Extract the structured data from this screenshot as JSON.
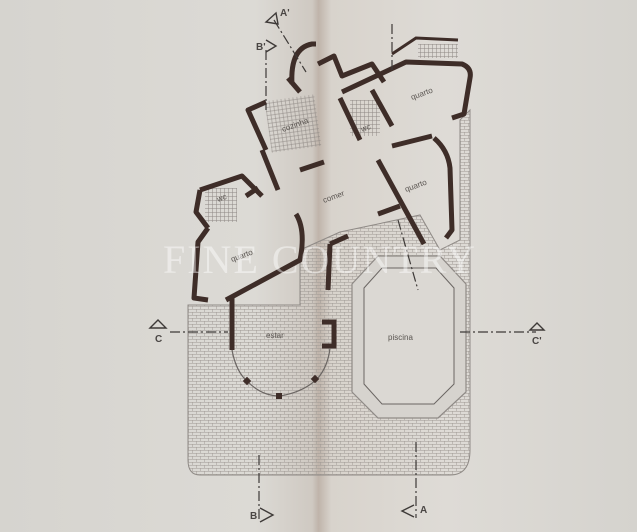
{
  "plan": {
    "rooms": {
      "cozinha": "cozinha",
      "quarto_top": "quarto",
      "wc_top": "wc",
      "wc_left": "wc",
      "comer": "comer",
      "quarto_right": "quarto",
      "quarto_left": "quarto",
      "estar": "estar",
      "piscina": "piscina"
    },
    "section_markers": {
      "a_top": "A'",
      "b_top": "B'",
      "c_left": "C",
      "c_right": "C'",
      "b_bottom": "B",
      "a_bottom": "A"
    },
    "colors": {
      "wall": "#3e2d28",
      "paper": "#dbd8d3",
      "line": "#6b6663"
    }
  },
  "watermark": {
    "text": "FINE COUNTRY"
  }
}
